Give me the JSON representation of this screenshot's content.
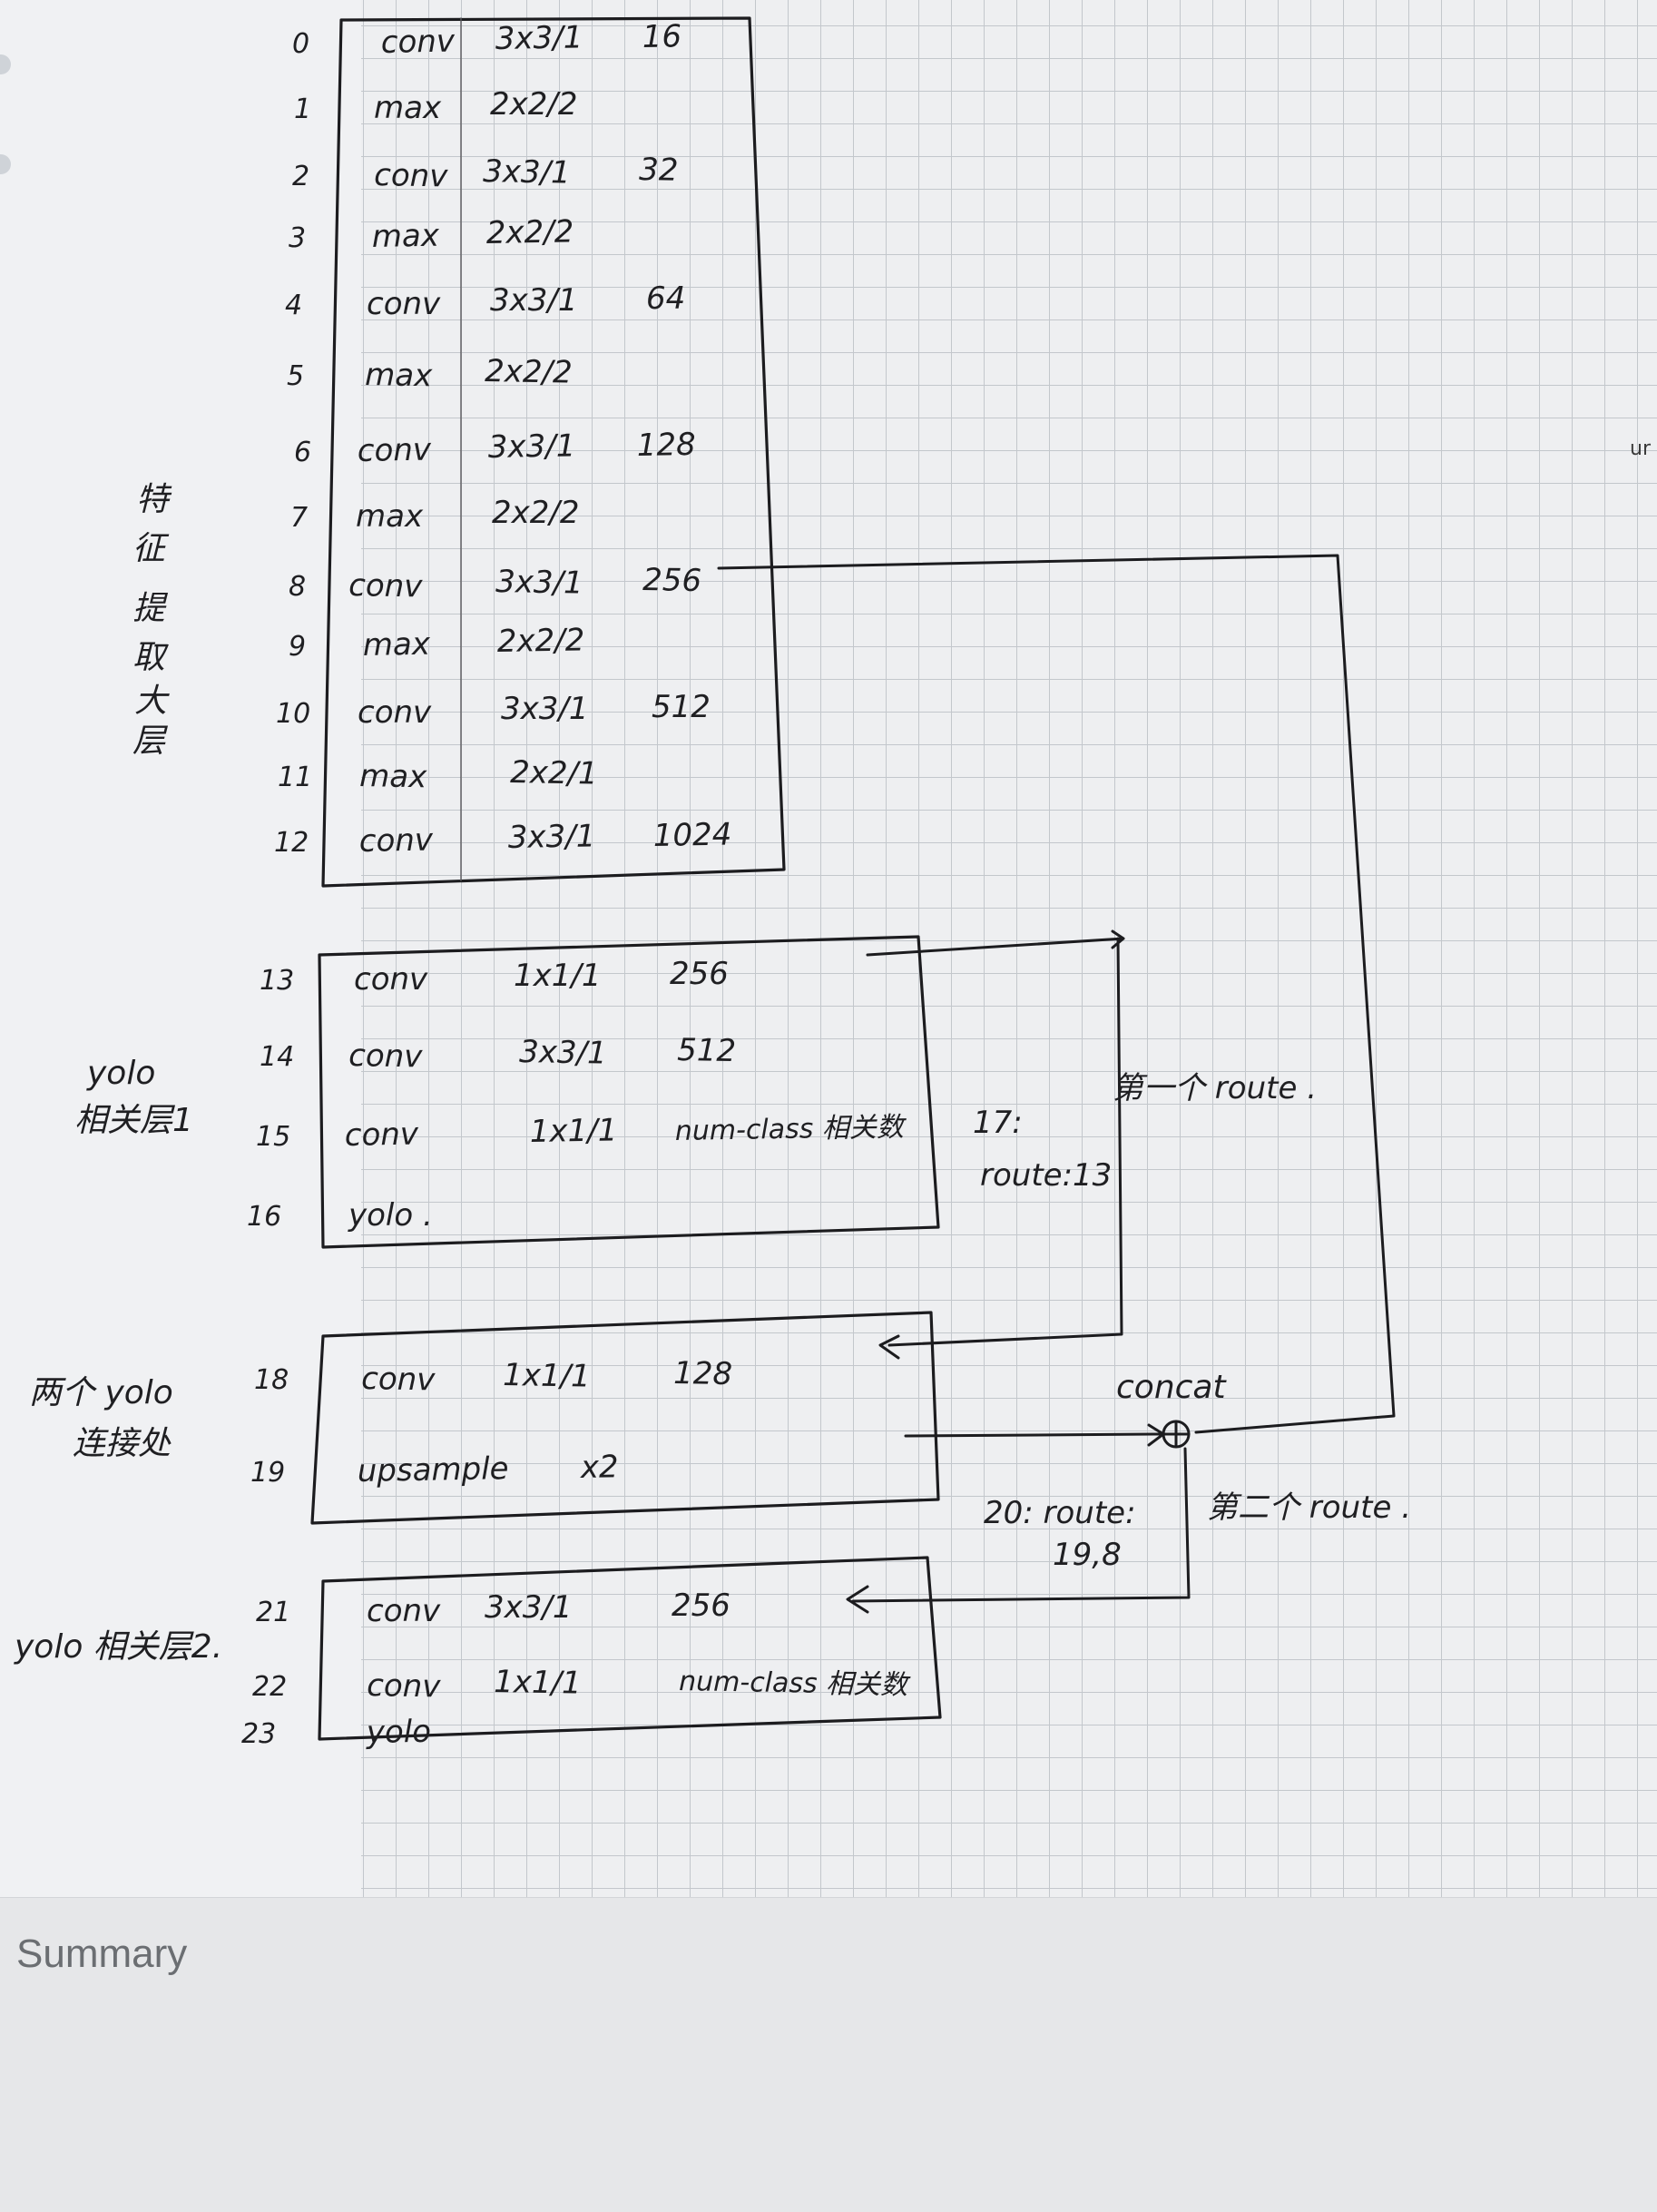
{
  "layers": [
    {
      "index": "0",
      "type": "conv",
      "kernel": "3x3/1",
      "filters": "16"
    },
    {
      "index": "1",
      "type": "max",
      "kernel": "2x2/2",
      "filters": ""
    },
    {
      "index": "2",
      "type": "conv",
      "kernel": "3x3/1",
      "filters": "32"
    },
    {
      "index": "3",
      "type": "max",
      "kernel": "2x2/2",
      "filters": ""
    },
    {
      "index": "4",
      "type": "conv",
      "kernel": "3x3/1",
      "filters": "64"
    },
    {
      "index": "5",
      "type": "max",
      "kernel": "2x2/2",
      "filters": ""
    },
    {
      "index": "6",
      "type": "conv",
      "kernel": "3x3/1",
      "filters": "128"
    },
    {
      "index": "7",
      "type": "max",
      "kernel": "2x2/2",
      "filters": ""
    },
    {
      "index": "8",
      "type": "conv",
      "kernel": "3x3/1",
      "filters": "256"
    },
    {
      "index": "9",
      "type": "max",
      "kernel": "2x2/2",
      "filters": ""
    },
    {
      "index": "10",
      "type": "conv",
      "kernel": "3x3/1",
      "filters": "512"
    },
    {
      "index": "11",
      "type": "max",
      "kernel": "2x2/1",
      "filters": ""
    },
    {
      "index": "12",
      "type": "conv",
      "kernel": "3x3/1",
      "filters": "1024"
    },
    {
      "index": "13",
      "type": "conv",
      "kernel": "1x1/1",
      "filters": "256"
    },
    {
      "index": "14",
      "type": "conv",
      "kernel": "3x3/1",
      "filters": "512"
    },
    {
      "index": "15",
      "type": "conv",
      "kernel": "1x1/1",
      "filters": "num-class 相关数"
    },
    {
      "index": "16",
      "type": "yolo .",
      "kernel": "",
      "filters": ""
    },
    {
      "index": "18",
      "type": "conv",
      "kernel": "1x1/1",
      "filters": "128"
    },
    {
      "index": "19",
      "type": "upsample",
      "kernel": "x2",
      "filters": ""
    },
    {
      "index": "21",
      "type": "conv",
      "kernel": "3x3/1",
      "filters": "256"
    },
    {
      "index": "22",
      "type": "conv",
      "kernel": "1x1/1",
      "filters": "num-class 相关数"
    },
    {
      "index": "23",
      "type": "yolo",
      "kernel": "",
      "filters": ""
    }
  ],
  "group_labels": {
    "feature": [
      "特",
      "征",
      "提",
      "取",
      "大",
      "层"
    ],
    "yolo1": [
      "yolo",
      "相关层1"
    ],
    "junction": [
      "两个 yolo",
      "连接处"
    ],
    "yolo2": "yolo 相关层2."
  },
  "annotations": {
    "route17_index": "17:",
    "route17_text": "route:13",
    "first_route": "第一个 route .",
    "concat": "concat",
    "route20_text": "20: route:",
    "route20_sources": "19,8",
    "second_route": "第二个 route ."
  },
  "edge_mark": "ur",
  "summary": "Summary",
  "colors": {
    "ink": "#1f1f22",
    "grid": "#c3c7cc",
    "paper": "#eeeff1"
  }
}
